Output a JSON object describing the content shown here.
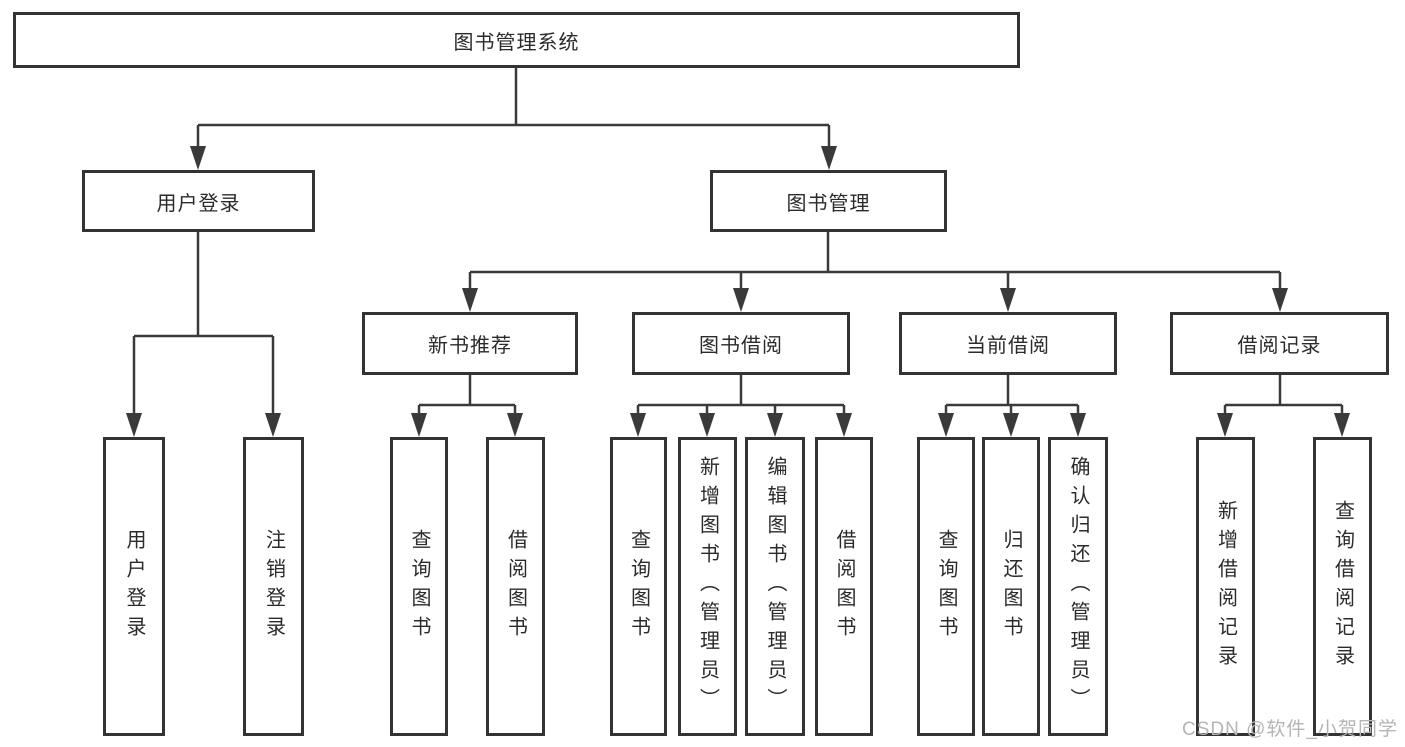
{
  "tree": {
    "label": "图书管理系统",
    "children": [
      {
        "label": "用户登录",
        "children": [
          {
            "label": "用户登录"
          },
          {
            "label": "注销登录"
          }
        ]
      },
      {
        "label": "图书管理",
        "children": [
          {
            "label": "新书推荐",
            "children": [
              {
                "label": "查询图书"
              },
              {
                "label": "借阅图书"
              }
            ]
          },
          {
            "label": "图书借阅",
            "children": [
              {
                "label": "查询图书"
              },
              {
                "label": "新增图书（管理员）"
              },
              {
                "label": "编辑图书（管理员）"
              },
              {
                "label": "借阅图书"
              }
            ]
          },
          {
            "label": "当前借阅",
            "children": [
              {
                "label": "查询图书"
              },
              {
                "label": "归还图书"
              },
              {
                "label": "确认归还（管理员）"
              }
            ]
          },
          {
            "label": "借阅记录",
            "children": [
              {
                "label": "新增借阅记录"
              },
              {
                "label": "查询借阅记录"
              }
            ]
          }
        ]
      }
    ]
  },
  "watermark": {
    "text": "CSDN @软件_小贺同学"
  },
  "colors": {
    "line": "#3a3a3a",
    "border": "#333333",
    "text": "#2b2b2b",
    "watermark": "#b5b5b5",
    "background": "#ffffff"
  }
}
